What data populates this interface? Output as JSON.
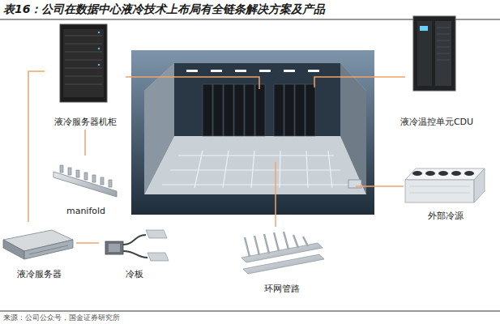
{
  "diagram": {
    "title": "表16：公司在数据中心液冷技术上布局有全链条解决方案及产品",
    "caption": "来源：公司公众号，国金证券研究所",
    "nodes": [
      {
        "text": [
          "液冷服务器机柜"
        ]
      },
      {
        "text": [
          "液冷温控单元CDU"
        ]
      },
      {
        "text": [
          "manifold"
        ]
      },
      {
        "text": [
          "外部冷源"
        ]
      },
      {
        "text": [
          "液冷服务器"
        ]
      },
      {
        "text": [
          "冷板"
        ]
      },
      {
        "text": [
          "环网管路"
        ]
      }
    ],
    "edges": [
      {
        "from": 0,
        "to": 2,
        "arrow": "none"
      },
      {
        "from": 0,
        "to": 4,
        "arrow": "none"
      },
      {
        "from": 4,
        "to": 5,
        "arrow": "none"
      }
    ]
  }
}
